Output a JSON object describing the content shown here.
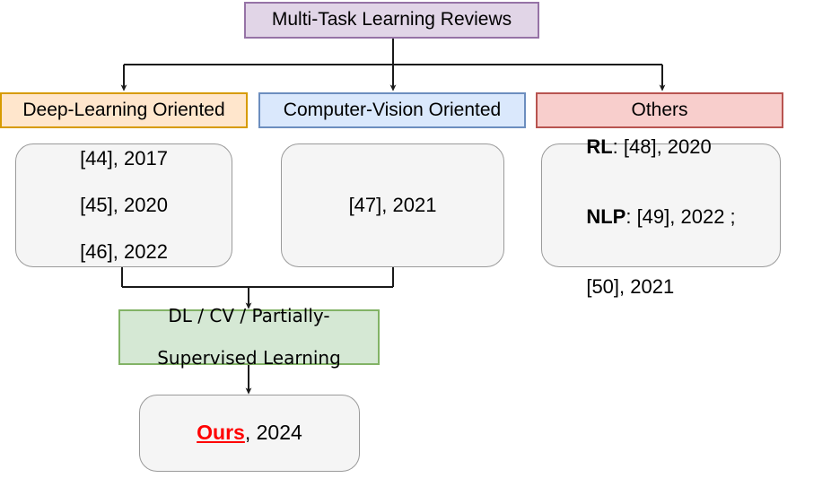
{
  "diagram": {
    "title_node": {
      "label": "Multi-Task Learning Reviews",
      "fill": "#e1d5e7",
      "stroke": "#9673a6"
    },
    "categories": [
      {
        "id": "deep-learning-oriented",
        "label": "Deep-Learning Oriented",
        "fill": "#ffe6cc",
        "stroke": "#d79b00"
      },
      {
        "id": "computer-vision-oriented",
        "label": "Computer-Vision Oriented",
        "fill": "#dae8fc",
        "stroke": "#6c8ebf"
      },
      {
        "id": "others",
        "label": "Others",
        "fill": "#f8cecc",
        "stroke": "#b85450"
      }
    ],
    "reference_cards": {
      "deep_learning": {
        "lines": [
          "[44], 2017",
          "[45], 2020",
          "[46], 2022"
        ]
      },
      "computer_vision": {
        "lines": [
          "[47], 2021"
        ]
      },
      "others": {
        "entries": [
          {
            "tag": "RL",
            "separator": ": ",
            "refs": "[48], 2020"
          },
          {
            "tag": "NLP",
            "separator": ": ",
            "refs": "[49], 2022 ;"
          },
          {
            "tag": "",
            "separator": "",
            "refs": "[50], 2021"
          }
        ]
      }
    },
    "merge_node": {
      "line1": "DL / CV / Partially-",
      "line2": "Supervised Learning",
      "fill": "#d5e8d4",
      "stroke": "#82b366"
    },
    "ours_node": {
      "highlight": "Ours",
      "rest": ", 2024",
      "highlight_color": "#ff0000"
    },
    "edges": {
      "stroke": "#1a1a1a",
      "labels": [
        "title-to-deep-learning",
        "title-to-computer-vision",
        "title-to-others",
        "deep-learning-refs-to-merge",
        "computer-vision-refs-to-merge",
        "merge-to-ours"
      ]
    }
  }
}
